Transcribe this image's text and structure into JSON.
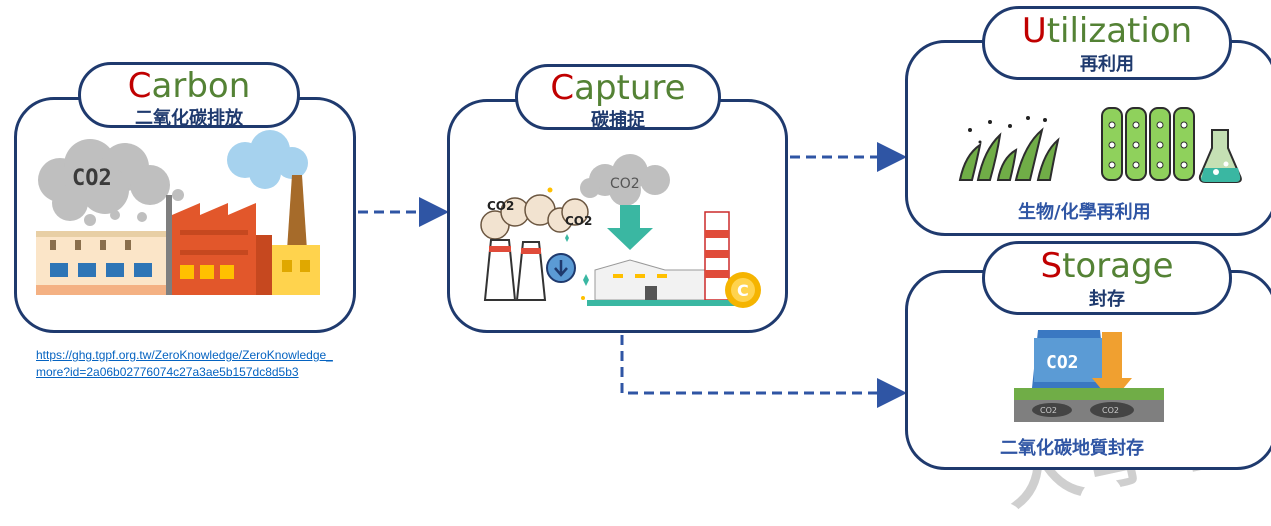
{
  "carbon": {
    "letter": "C",
    "rest": "arbon",
    "subtitle": "二氧化碳排放",
    "co2_label": "CO2"
  },
  "capture": {
    "letter": "C",
    "rest": "apture",
    "subtitle": "碳捕捉",
    "co2_label_1": "CO2",
    "co2_label_2": "CO2",
    "co2_label_3": "CO2"
  },
  "utilization": {
    "letter": "U",
    "rest": "tilization",
    "subtitle": "再利用",
    "caption": "生物/化學再利用"
  },
  "storage": {
    "letter": "S",
    "rest": "torage",
    "subtitle": "封存",
    "caption": "二氧化碳地質封存",
    "co2_label": "CO2"
  },
  "source_link": "https://ghg.tgpf.org.tw/ZeroKnowledge/ZeroKnowledge_more?id=2a06b02776074c27a3ae5b157dc8d5b3",
  "watermark_text": "大學校",
  "colors": {
    "border": "#1f3a6e",
    "initial": "#c00000",
    "word": "#548235",
    "caption": "#2f55a4",
    "arrow": "#2f55a4"
  }
}
